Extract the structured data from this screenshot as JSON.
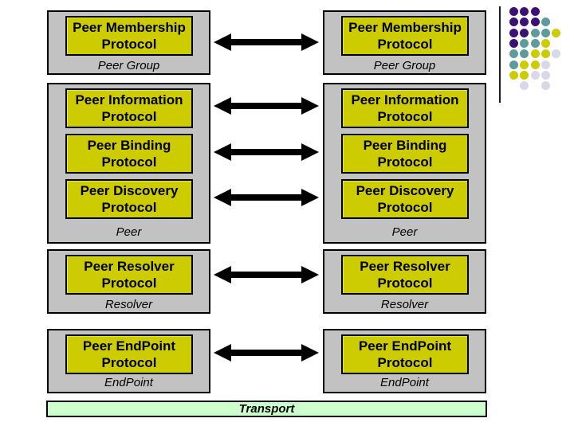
{
  "protocols": {
    "membership": {
      "line1": "Peer Membership",
      "line2": "Protocol"
    },
    "information": {
      "line1": "Peer Information",
      "line2": "Protocol"
    },
    "binding": {
      "line1": "Peer Binding",
      "line2": "Protocol"
    },
    "discovery": {
      "line1": "Peer Discovery",
      "line2": "Protocol"
    },
    "resolver": {
      "line1": "Peer Resolver",
      "line2": "Protocol"
    },
    "endpoint": {
      "line1": "Peer EndPoint",
      "line2": "Protocol"
    }
  },
  "section_labels": {
    "peer_group": "Peer Group",
    "peer": "Peer",
    "resolver": "Resolver",
    "endpoint": "EndPoint"
  },
  "transport": {
    "label": "Transport"
  },
  "colors": {
    "container_gray": "#c2c2c2",
    "box_yellow": "#cccc00",
    "transport_green": "#ccffcc",
    "arrow_black": "#000000",
    "accent_line": "#1a1a26"
  },
  "decoration": {
    "dot_grid": {
      "rows": [
        "PPP..",
        "PPPT.",
        "PPTTY",
        "PTTY.",
        "TTYYL",
        "TYYL.",
        "YYLL.",
        ".L.L."
      ],
      "palette": {
        "P": "#3b1173",
        "T": "#5e9b9b",
        "Y": "#cccc00",
        "L": "#d8d8e8"
      }
    }
  }
}
